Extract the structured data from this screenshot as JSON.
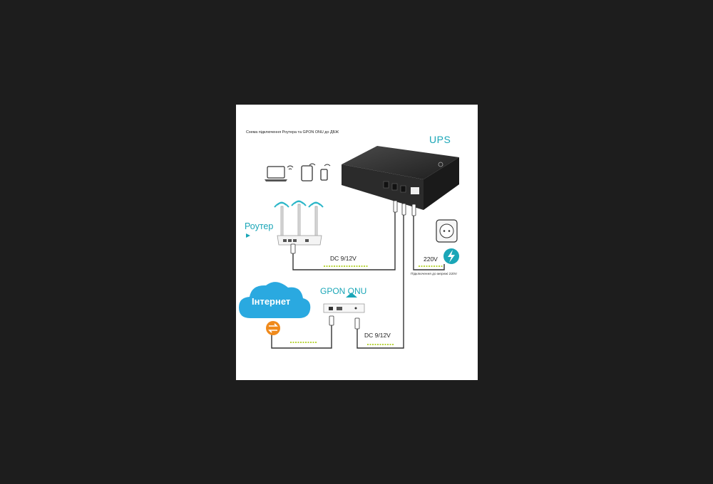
{
  "diagram": {
    "title": "Схема підключення Роутера та GPON ONU до ДБЖ",
    "ups_label": "UPS",
    "router_label": "Роутер",
    "gpon_label": "GPON ONU",
    "internet_label": "Інтернет",
    "dc_label_router": "DC 9/12V",
    "dc_label_onu": "DC 9/12V",
    "voltage_label": "220V",
    "mains_caption": "Підключення до мережі 220V"
  },
  "colors": {
    "page_background": "#1d1d1d",
    "accent": "#1aa6b7",
    "cloud": "#2aa9e0",
    "ups_body": "#2b2b2b",
    "cable": "#333333",
    "cable_highlight": "#b8d43a",
    "transfer_badge": "#f08a1c"
  },
  "icons": [
    "laptop-icon",
    "tablet-icon",
    "phone-icon",
    "wifi-icon",
    "router-icon",
    "ups-icon",
    "wall-socket-icon",
    "lightning-icon",
    "cloud-icon",
    "transfer-arrows-icon",
    "gpon-onu-icon",
    "dc-plug-icon"
  ]
}
